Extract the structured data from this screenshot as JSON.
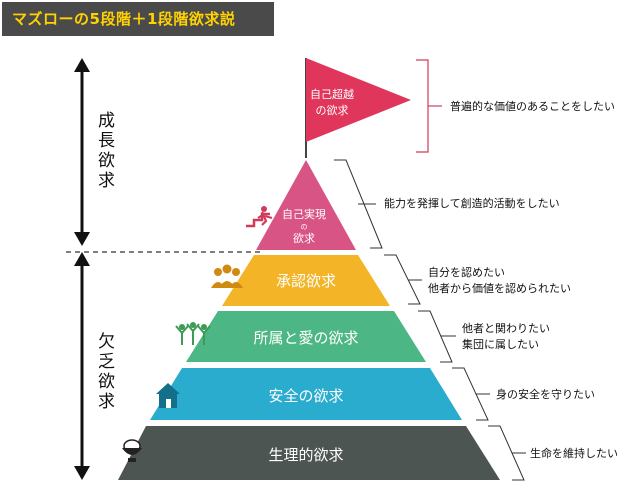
{
  "title": "マズローの5段階＋1段階欲求説",
  "side_labels": {
    "growth": [
      "成",
      "長",
      "欲",
      "求"
    ],
    "deficiency": [
      "欠",
      "乏",
      "欲",
      "求"
    ]
  },
  "top": {
    "label_lines": [
      "自己超越",
      "の欲求"
    ],
    "description": "普遍的な価値のあることをしたい",
    "color": "#e0365b"
  },
  "tiers": [
    {
      "label_lines": [
        "自己実現",
        "の",
        "欲求"
      ],
      "description_lines": [
        "能力を発揮して創造的活動をしたい"
      ],
      "color": "#d85484",
      "icon": "climbing-person-icon"
    },
    {
      "label_lines": [
        "承認欲求"
      ],
      "description_lines": [
        "自分を認めたい",
        "他者から価値を認められたい"
      ],
      "color": "#f3b428",
      "icon": "group-people-icon"
    },
    {
      "label_lines": [
        "所属と愛の欲求"
      ],
      "description_lines": [
        "他者と関わりたい",
        "集団に属したい"
      ],
      "color": "#4cb784",
      "icon": "people-cheering-icon"
    },
    {
      "label_lines": [
        "安全の欲求"
      ],
      "description_lines": [
        "身の安全を守りたい"
      ],
      "color": "#2aaccf",
      "icon": "house-icon"
    },
    {
      "label_lines": [
        "生理的欲求"
      ],
      "description_lines": [
        "生命を維持したい"
      ],
      "color": "#4d5553",
      "icon": "rice-bowl-icon"
    }
  ]
}
